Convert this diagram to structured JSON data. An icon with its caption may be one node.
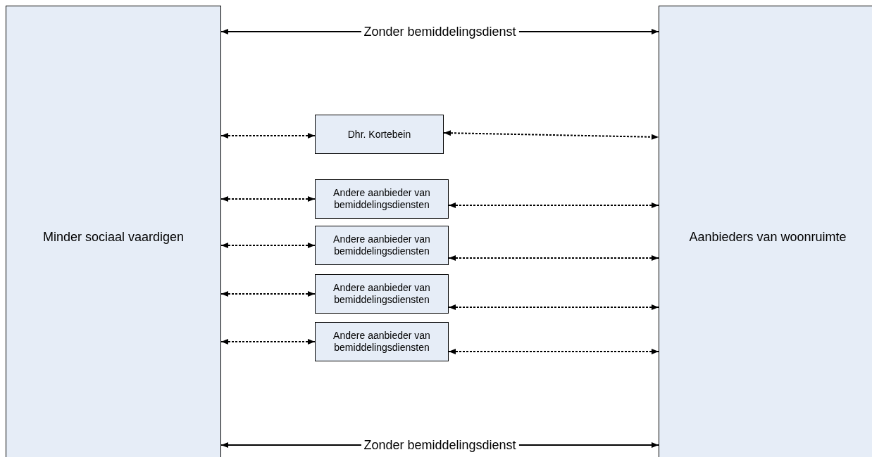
{
  "diagram": {
    "nodes": [
      {
        "text": [
          "Minder sociaal vaardigen"
        ]
      },
      {
        "text": [
          "Dhr. Kortebein"
        ]
      },
      {
        "text": [
          "Andere aanbieder van bemiddelingsdiensten"
        ]
      },
      {
        "text": [
          "Andere aanbieder van bemiddelingsdiensten"
        ]
      },
      {
        "text": [
          "Andere aanbieder van bemiddelingsdiensten"
        ]
      },
      {
        "text": [
          "Andere aanbieder van bemiddelingsdiensten"
        ]
      },
      {
        "text": [
          "Aanbieders van woonruimte"
        ]
      }
    ],
    "edges": [
      {
        "from": 0,
        "to": 6,
        "arrow": "both",
        "label": "Zonder bemiddelingsdienst"
      },
      {
        "from": 0,
        "to": 1,
        "arrow": "both",
        "style": "dashed"
      },
      {
        "from": 1,
        "to": 6,
        "arrow": "both",
        "style": "dashed"
      },
      {
        "from": 0,
        "to": 2,
        "arrow": "both",
        "style": "dashed"
      },
      {
        "from": 2,
        "to": 6,
        "arrow": "both",
        "style": "dashed"
      },
      {
        "from": 0,
        "to": 3,
        "arrow": "both",
        "style": "dashed"
      },
      {
        "from": 3,
        "to": 6,
        "arrow": "both",
        "style": "dashed"
      },
      {
        "from": 0,
        "to": 4,
        "arrow": "both",
        "style": "dashed"
      },
      {
        "from": 4,
        "to": 6,
        "arrow": "both",
        "style": "dashed"
      },
      {
        "from": 0,
        "to": 5,
        "arrow": "both",
        "style": "dashed"
      },
      {
        "from": 5,
        "to": 6,
        "arrow": "both",
        "style": "dashed"
      },
      {
        "from": 0,
        "to": 6,
        "arrow": "both",
        "label": "Zonder bemiddelingsdienst"
      }
    ]
  }
}
